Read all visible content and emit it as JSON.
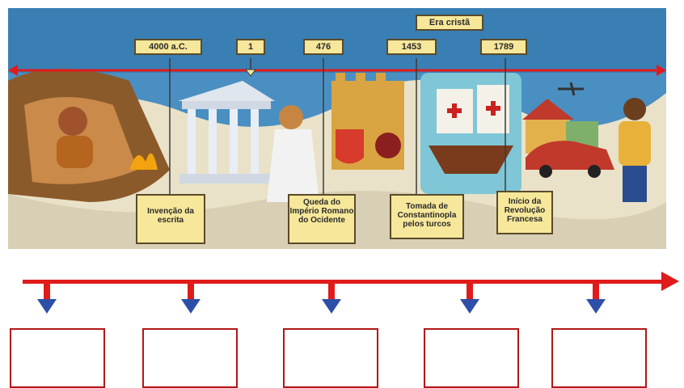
{
  "timeline": {
    "era_label": "Era cristã",
    "dates": [
      "4000 a.C.",
      "1",
      "476",
      "1453",
      "1789"
    ],
    "events": [
      "Invenção da escrita",
      "Queda do Império Romano do Ocidente",
      "Tomada de Constantinopla pelos turcos",
      "Início da Revolução Francesa"
    ]
  },
  "worksheet": {
    "answer_boxes": [
      "",
      "",
      "",
      "",
      ""
    ]
  },
  "colors": {
    "arrow_red": "#e01b1b",
    "label_yellow": "#f6e79a",
    "down_arrow_blue": "#2e4fa8"
  }
}
